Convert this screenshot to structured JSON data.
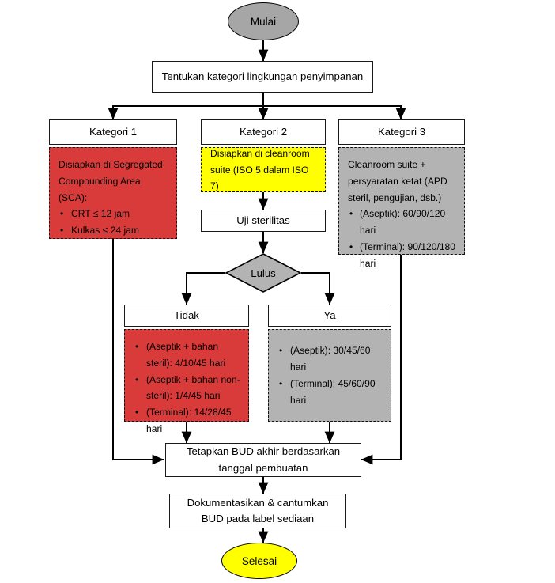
{
  "diagram": {
    "title": "Alur Penetapan BUD Sediaan Steril",
    "type": "flowchart",
    "language": "id",
    "colors": {
      "start_fill": "#a6a6a6",
      "end_fill": "#ffff00",
      "decision_fill": "#b3b3b3",
      "category1_fill": "#d93b3b",
      "category2_fill": "#ffff00",
      "category3_fill": "#b3b3b3",
      "process_fill": "#ffffff",
      "line": "#000000"
    }
  },
  "nodes": {
    "start": {
      "label": "Mulai"
    },
    "determine": {
      "label": "Tentukan kategori lingkungan penyimpanan"
    },
    "cat1": {
      "label": "Kategori 1"
    },
    "cat2": {
      "label": "Kategori 2"
    },
    "cat3": {
      "label": "Kategori 3"
    },
    "cat1_detail": {
      "heading": "Disiapkan di Segregated Compounding Area (SCA):",
      "bullets": [
        "CRT ≤ 12 jam",
        "Kulkas ≤ 24 jam"
      ]
    },
    "cat2_detail": {
      "heading": "Disiapkan di cleanroom suite (ISO 5 dalam ISO 7)",
      "bullets": []
    },
    "cat3_detail": {
      "heading": "Cleanroom suite + persyaratan ketat (APD steril, pengujian, dsb.)",
      "bullets": [
        "(Aseptik): 60/90/120 hari",
        "(Terminal): 90/120/180 hari"
      ]
    },
    "sterility_test": {
      "label": "Uji sterilitas"
    },
    "decision": {
      "label": "Lulus"
    },
    "branch_no": {
      "label": "Tidak"
    },
    "branch_yes": {
      "label": "Ya"
    },
    "branch_no_detail": {
      "bullets": [
        "(Aseptik + bahan steril): 4/10/45 hari",
        "(Aseptik + bahan non-steril): 1/4/45 hari",
        "(Terminal): 14/28/45 hari"
      ]
    },
    "branch_yes_detail": {
      "bullets": [
        "(Aseptik): 30/45/60 hari",
        "(Terminal): 45/60/90 hari"
      ]
    },
    "set_bud": {
      "label": "Tetapkan BUD akhir berdasarkan tanggal pembuatan"
    },
    "document_bud": {
      "label": "Dokumentasikan & cantumkan BUD pada label sediaan"
    },
    "end": {
      "label": "Selesai"
    }
  },
  "edges": [
    {
      "from": "start",
      "to": "determine",
      "label": ""
    },
    {
      "from": "determine",
      "to": "cat1",
      "label": ""
    },
    {
      "from": "determine",
      "to": "cat2",
      "label": ""
    },
    {
      "from": "determine",
      "to": "cat3",
      "label": ""
    },
    {
      "from": "cat2_detail",
      "to": "sterility_test",
      "label": ""
    },
    {
      "from": "sterility_test",
      "to": "decision",
      "label": ""
    },
    {
      "from": "decision",
      "to": "branch_no",
      "label": "Tidak"
    },
    {
      "from": "decision",
      "to": "branch_yes",
      "label": "Ya"
    },
    {
      "from": "cat1_detail",
      "to": "set_bud",
      "label": ""
    },
    {
      "from": "cat3_detail",
      "to": "set_bud",
      "label": ""
    },
    {
      "from": "branch_no_detail",
      "to": "set_bud",
      "label": ""
    },
    {
      "from": "branch_yes_detail",
      "to": "set_bud",
      "label": ""
    },
    {
      "from": "set_bud",
      "to": "document_bud",
      "label": ""
    },
    {
      "from": "document_bud",
      "to": "end",
      "label": ""
    }
  ]
}
